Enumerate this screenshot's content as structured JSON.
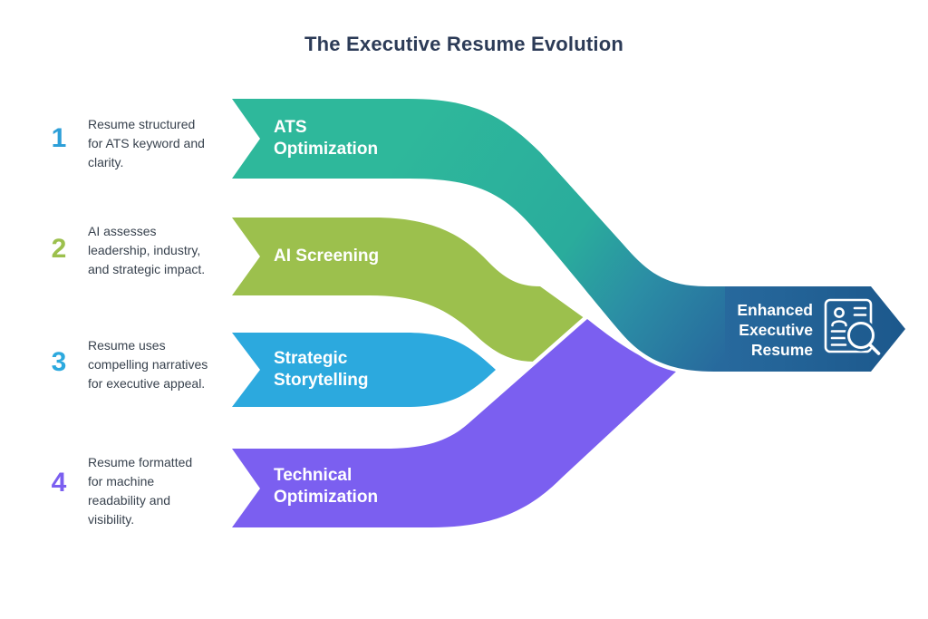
{
  "title": "The Executive Resume Evolution",
  "colors": {
    "teal": "#2db89b",
    "olive": "#9cc04d",
    "blue": "#2ca9de",
    "purple": "#7b5ff0",
    "navy_left": "#27699d",
    "navy_right": "#1c588c",
    "title_text": "#2c3b57",
    "body_text": "#38424e"
  },
  "steps": [
    {
      "number": "1",
      "number_color": "#2d9fd8",
      "description": "Resume structured\nfor ATS keyword and\nclarity.",
      "label": "ATS\nOptimization",
      "band_color": "#2db89b"
    },
    {
      "number": "2",
      "number_color": "#9cc04d",
      "description": "AI assesses\nleadership, industry,\nand strategic impact.",
      "label": "AI Screening",
      "band_color": "#9cc04d"
    },
    {
      "number": "3",
      "number_color": "#2ca9de",
      "description": "Resume uses\ncompelling narratives\nfor executive appeal.",
      "label": "Strategic\nStorytelling",
      "band_color": "#2ca9de"
    },
    {
      "number": "4",
      "number_color": "#7b5ff0",
      "description": "Resume formatted\nfor machine\nreadability and\nvisibility.",
      "label": "Technical\nOptimization",
      "band_color": "#7b5ff0"
    }
  ],
  "result": {
    "label": "Enhanced\nExecutive\nResume",
    "icon": "resume-magnifier-icon"
  }
}
